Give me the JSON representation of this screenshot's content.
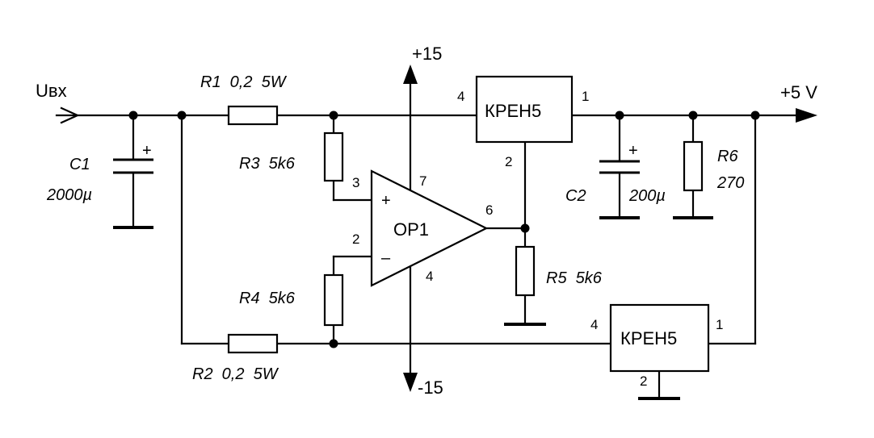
{
  "input_label": "Uвх",
  "output_label": "+5 V",
  "supply_pos": "+15",
  "supply_neg": "-15",
  "opamp": {
    "name": "OP1",
    "pin_plus": "3",
    "pin_minus": "2",
    "pin_vcc": "7",
    "pin_vee": "4",
    "pin_out": "6",
    "plus_sign": "+",
    "minus_sign": "–"
  },
  "regulator_top": {
    "name": "КРЕН5",
    "pin_in": "4",
    "pin_out": "1",
    "pin_gnd": "2"
  },
  "regulator_bottom": {
    "name": "КРЕН5",
    "pin_in": "4",
    "pin_out": "1",
    "pin_gnd": "2"
  },
  "c1": {
    "name": "C1",
    "value": "2000µ",
    "polarity": "+"
  },
  "c2": {
    "name": "C2",
    "value": "200µ",
    "polarity": "+"
  },
  "r1": {
    "label": "R1  0,2  5W"
  },
  "r2": {
    "label": "R2  0,2  5W"
  },
  "r3": {
    "label": "R3  5k6"
  },
  "r4": {
    "label": "R4  5k6"
  },
  "r5": {
    "label": "R5  5k6"
  },
  "r6": {
    "name": "R6",
    "value": "270"
  }
}
